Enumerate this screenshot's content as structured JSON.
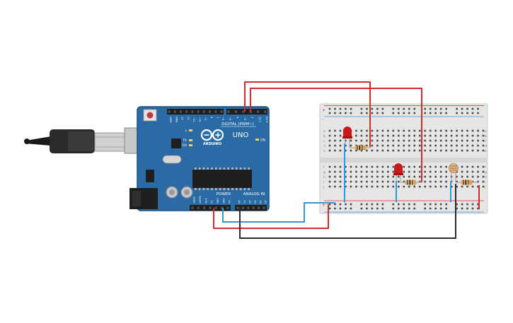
{
  "board": {
    "digital_label": "DIGITAL (PWM~)",
    "brand": "ARDUINO",
    "model": "UNO",
    "power_label": "POWER",
    "analog_label": "ANALOG IN",
    "led_l": "L",
    "led_tx": "TX",
    "led_rx": "RX",
    "led_on": "ON",
    "digital_pins": [
      "AREF",
      "GND",
      "13",
      "12",
      "~11",
      "~10",
      "~9",
      "8",
      "7",
      "~6",
      "~5",
      "4",
      "~3",
      "2",
      "TX 1",
      "RX 0"
    ],
    "power_pins": [
      "IOREF",
      "RESET",
      "3.3V",
      "5V",
      "GND",
      "GND",
      "Vin"
    ],
    "analog_pins": [
      "A0",
      "A1",
      "A2",
      "A3",
      "A4",
      "A5"
    ]
  },
  "breadboard": {
    "row_letters_top": [
      "a",
      "b",
      "c",
      "d",
      "e"
    ],
    "row_letters_bottom": [
      "f",
      "g",
      "h",
      "i",
      "j"
    ],
    "plus": "+",
    "minus": "-"
  },
  "colors": {
    "board": "#2a6aa5",
    "board_edge": "#1c4f80",
    "wire_red": "#d42a2a",
    "wire_blue": "#2e9bd6",
    "wire_black": "#2a2a2a",
    "led_red": "#c81a1a",
    "breadboard": "#e6e6e6"
  }
}
